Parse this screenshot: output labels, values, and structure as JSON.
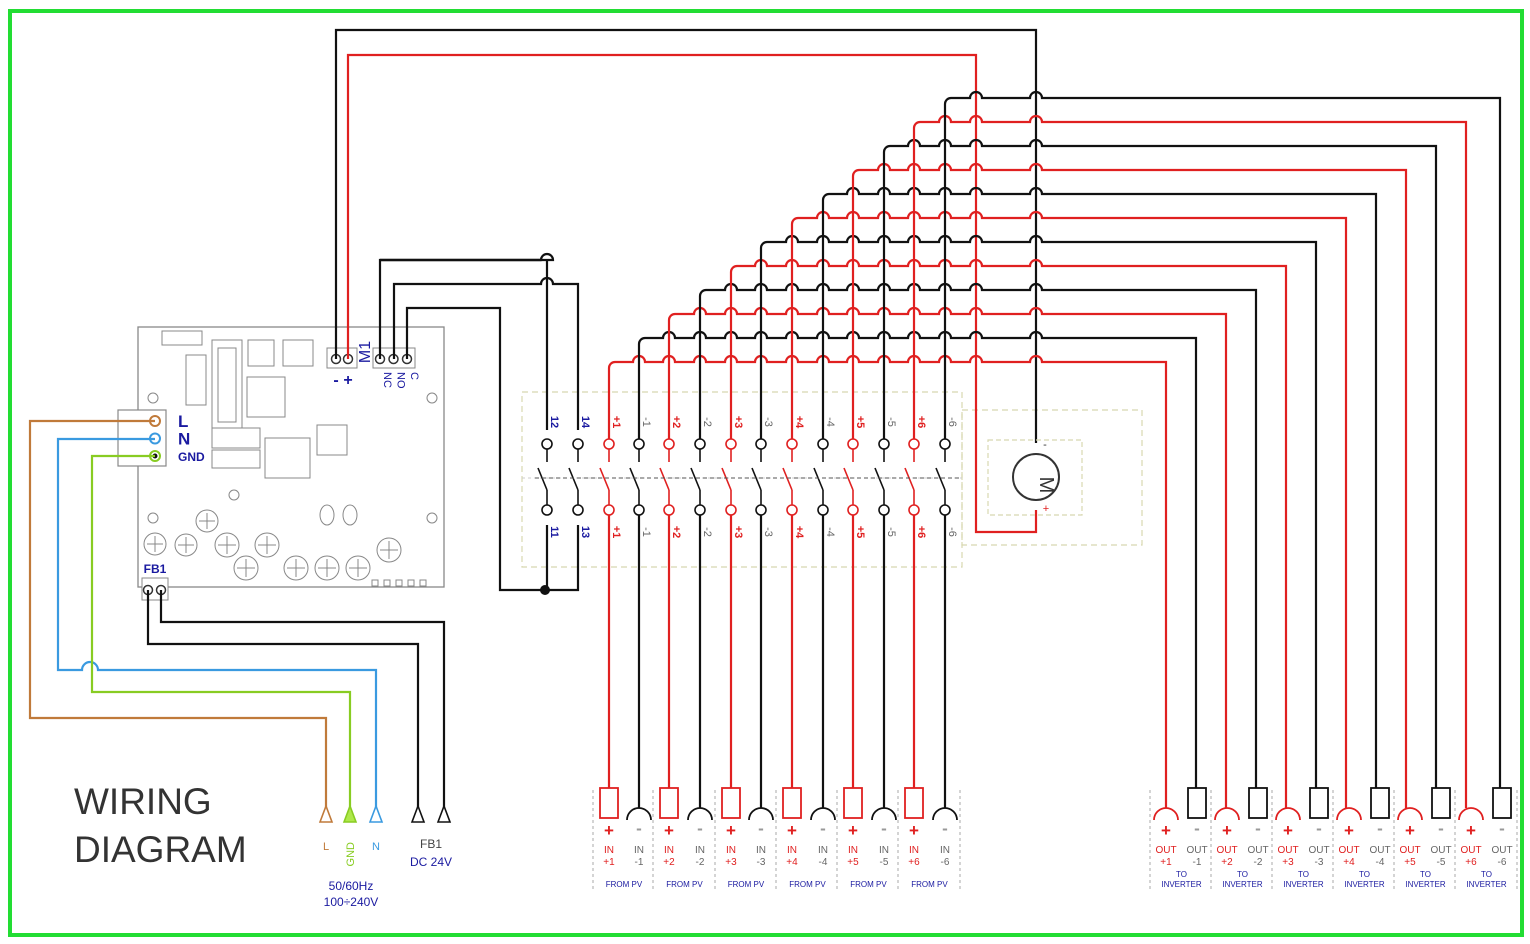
{
  "title": {
    "line1": "WIRING",
    "line2": "DIAGRAM"
  },
  "board": {
    "m1_label": "M1",
    "m1_terms": [
      "-",
      "+"
    ],
    "relay_terms": [
      "NC",
      "NO",
      "C"
    ],
    "power_terms": [
      "L",
      "N",
      "GND"
    ],
    "fb_label": "FB1"
  },
  "supply": {
    "arrows": [
      "L",
      "GND",
      "N"
    ],
    "fb": "FB1",
    "dc": "DC 24V",
    "freq": "50/60Hz",
    "voltage": "100÷240V"
  },
  "switch": {
    "aux_top": [
      "12",
      "14"
    ],
    "aux_bottom": [
      "11",
      "13"
    ],
    "poles_top": [
      "+1",
      "-1",
      "+2",
      "-2",
      "+3",
      "-3",
      "+4",
      "-4",
      "+5",
      "-5",
      "+6",
      "-6"
    ],
    "poles_bottom": [
      "+1",
      "-1",
      "+2",
      "-2",
      "+3",
      "-3",
      "+4",
      "-4",
      "+5",
      "-5",
      "+6",
      "-6"
    ]
  },
  "motor": {
    "label": "M",
    "minus": "-",
    "plus": "+"
  },
  "inputs": [
    {
      "pos": "IN +1",
      "neg": "IN -1",
      "group": "FROM PV"
    },
    {
      "pos": "IN +2",
      "neg": "IN -2",
      "group": "FROM PV"
    },
    {
      "pos": "IN +3",
      "neg": "IN -3",
      "group": "FROM PV"
    },
    {
      "pos": "IN +4",
      "neg": "IN -4",
      "group": "FROM PV"
    },
    {
      "pos": "IN +5",
      "neg": "IN -5",
      "group": "FROM PV"
    },
    {
      "pos": "IN +6",
      "neg": "IN -6",
      "group": "FROM PV"
    }
  ],
  "outputs": [
    {
      "pos": "OUT +1",
      "neg": "OUT -1",
      "group": "TO INVERTER"
    },
    {
      "pos": "OUT +2",
      "neg": "OUT -2",
      "group": "TO INVERTER"
    },
    {
      "pos": "OUT +3",
      "neg": "OUT -3",
      "group": "TO INVERTER"
    },
    {
      "pos": "OUT +4",
      "neg": "OUT -4",
      "group": "TO INVERTER"
    },
    {
      "pos": "OUT +5",
      "neg": "OUT -5",
      "group": "TO INVERTER"
    },
    {
      "pos": "OUT +6",
      "neg": "OUT -6",
      "group": "TO INVERTER"
    }
  ],
  "colors": {
    "frame": "#22dd33",
    "positive": "#e02020",
    "negative": "#111111",
    "label_blue": "#1a1aa0",
    "phase": "#c07a3a",
    "neutral": "#3a9ae0",
    "ground": "#88cc22",
    "board": "#888888"
  }
}
